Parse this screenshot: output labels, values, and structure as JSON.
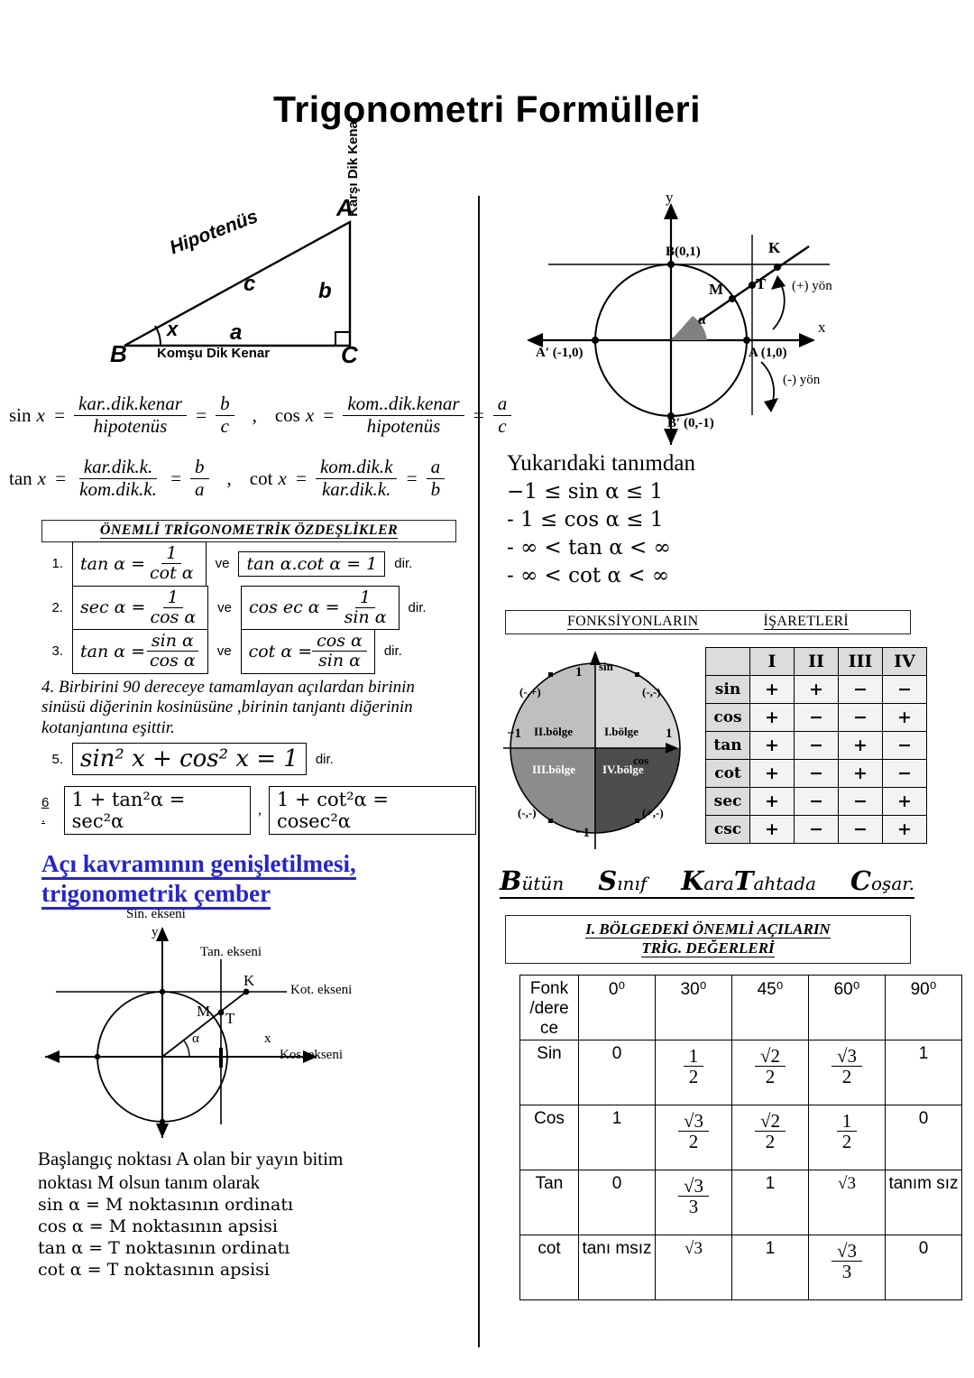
{
  "title": "Trigonometri Formülleri",
  "triangle": {
    "vertex_a": "A",
    "vertex_b": "B",
    "vertex_c": "C",
    "hypotenuse_label": "Hipotenüs",
    "side_c": "c",
    "side_b": "b",
    "side_a": "a",
    "angle": "x",
    "adjacent_label": "Komşu Dik Kenar",
    "opposite_label": "Karşı Dik Kenar"
  },
  "ratios": [
    {
      "fn": "sin",
      "var": "x",
      "num": "kar..dik.kenar",
      "den": "hipotenüs",
      "rnum": "b",
      "rden": "c"
    },
    {
      "fn": "cos",
      "var": "x",
      "num": "kom..dik.kenar",
      "den": "hipotenüs",
      "rnum": "a",
      "rden": "c"
    },
    {
      "fn": "tan",
      "var": "x",
      "num": "kar.dik.k.",
      "den": "kom.dik.k.",
      "rnum": "b",
      "rden": "a"
    },
    {
      "fn": "cot",
      "var": "x",
      "num": "kom.dik.k",
      "den": "kar.dik.k.",
      "rnum": "a",
      "rden": "b"
    }
  ],
  "identities": {
    "title": "ÖNEMLİ TRİGONOMETRİK  ÖZDEŞLİKLER",
    "connector": "ve",
    "suffix": "dir.",
    "rows": [
      {
        "n": "1.",
        "left_fn": "tan α =",
        "left_num": "1",
        "left_den": "cot α",
        "right": "tan α.cot α = 1"
      },
      {
        "n": "2.",
        "left_fn": "sec α =",
        "left_num": "1",
        "left_den": "cos α",
        "right_fn": "cos ec α =",
        "right_num": "1",
        "right_den": "sin α"
      },
      {
        "n": "3.",
        "left_fn": "tan α =",
        "left_num": "sin α",
        "left_den": "cos α",
        "right_fn": "cot α =",
        "right_num": "cos α",
        "right_den": "sin α"
      }
    ],
    "item4": "4.  Birbirini 90 dereceye tamamlayan açılardan birinin sinüsü diğerinin kosinüsüne ,birinin tanjantı diğerinin kotanjantına eşittir.",
    "item5_num": "5.",
    "item5_formula": "sin² x + cos² x = 1",
    "item5_suffix": "dir.",
    "item6_num": "6 .",
    "item6_left": "1 + tan²α = sec²α",
    "item6_right": "1 + cot²α = cosec²α"
  },
  "blue_heading_line1": "Açı kavramının genişletilmesi,",
  "blue_heading_line2": "trigonometrik çember",
  "circle_lower": {
    "sin_axis": "Sin. ekseni",
    "y": "y",
    "x": "x",
    "tan_axis": "Tan. ekseni",
    "cot_axis": "Kot. ekseni",
    "cos_axis": "Kos. ekseni",
    "point_k": "K",
    "point_m": "M",
    "point_t": "T",
    "angle": "α"
  },
  "definition": {
    "line1": "Başlangıç noktası A olan bir yayın bitim",
    "line2": "noktası M olsun tanım olarak",
    "items": [
      "sin α = M noktasının ordinatı",
      "cos α = M noktasının apsisi",
      "tan α = T noktasının ordinatı",
      "cot α = T noktasının apsisi"
    ]
  },
  "unit_circle": {
    "y": "y",
    "x": "x",
    "b_top": "B(0,1)",
    "a_left": "A′ (-1,0)",
    "a_right": "A (1,0)",
    "b_bottom": "B′ (0,-1)",
    "point_m": "M",
    "point_t": "T",
    "point_k": "K",
    "angle": "α",
    "pos_dir": "(+) yön",
    "neg_dir": "(-) yön"
  },
  "from_definition": {
    "heading": "Yukarıdaki tanımdan",
    "lines": [
      "−1 ≤ sin α ≤ 1",
      "- 1 ≤ cos α  ≤ 1",
      "- ∞ < tan α < ∞",
      "- ∞ < cot α < ∞"
    ]
  },
  "signs_title_left": "FONKSİYONLARIN",
  "signs_title_right": "İŞARETLERİ",
  "quadrant_diagram": {
    "sin_label": "sin",
    "cos_label": "cos",
    "one_top": "1",
    "one_right": "1",
    "minus_one_left": "−1",
    "minus_one_bottom": "−1",
    "q1": "I.bölge",
    "q2": "II.bölge",
    "q3": "III.bölge",
    "q4": "IV.bölge",
    "sign_q2": "(-,+)",
    "sign_q1": "(-,-)",
    "sign_q3": "(-,-)",
    "sign_q4": "(+,-)"
  },
  "signs_table": {
    "columns": [
      "I",
      "II",
      "III",
      "IV"
    ],
    "rows": [
      {
        "fn": "sin",
        "signs": [
          "+",
          "+",
          "−",
          "−"
        ]
      },
      {
        "fn": "cos",
        "signs": [
          "+",
          "−",
          "−",
          "+"
        ]
      },
      {
        "fn": "tan",
        "signs": [
          "+",
          "−",
          "+",
          "−"
        ]
      },
      {
        "fn": "cot",
        "signs": [
          "+",
          "−",
          "+",
          "−"
        ]
      },
      {
        "fn": "sec",
        "signs": [
          "+",
          "−",
          "−",
          "+"
        ]
      },
      {
        "fn": "csc",
        "signs": [
          "+",
          "−",
          "−",
          "+"
        ]
      }
    ]
  },
  "mnemonic": [
    {
      "big": "B",
      "rest": "ütün"
    },
    {
      "big": "S",
      "rest": "ınıf"
    },
    {
      "big": "K",
      "rest": "ara"
    },
    {
      "big": "T",
      "rest": "ahtada"
    },
    {
      "big": "C",
      "rest": "oşar."
    }
  ],
  "values_title_line1": "I. BÖLGEDEKİ ÖNEMLİ AÇILARIN",
  "values_title_line2": "TRİG. DEĞERLERİ",
  "values_table": {
    "corner_label": "Fonk /dere ce",
    "angles": [
      "0⁰",
      "30⁰",
      "45⁰",
      "60⁰",
      "90⁰"
    ],
    "rows": [
      {
        "fn": "Sin",
        "cells": [
          {
            "type": "plain",
            "text": "0"
          },
          {
            "type": "frac",
            "num": "1",
            "den": "2"
          },
          {
            "type": "frac",
            "num": "√2",
            "den": "2"
          },
          {
            "type": "frac",
            "num": "√3",
            "den": "2"
          },
          {
            "type": "plain",
            "text": "1"
          }
        ]
      },
      {
        "fn": "Cos",
        "cells": [
          {
            "type": "plain",
            "text": "1"
          },
          {
            "type": "frac",
            "num": "√3",
            "den": "2"
          },
          {
            "type": "frac",
            "num": "√2",
            "den": "2"
          },
          {
            "type": "frac",
            "num": "1",
            "den": "2"
          },
          {
            "type": "plain",
            "text": "0"
          }
        ]
      },
      {
        "fn": "Tan",
        "cells": [
          {
            "type": "plain",
            "text": "0"
          },
          {
            "type": "frac",
            "num": "√3",
            "den": "3"
          },
          {
            "type": "plain",
            "text": "1"
          },
          {
            "type": "plain",
            "text": "√3"
          },
          {
            "type": "wrap",
            "text": "tanım sız"
          }
        ]
      },
      {
        "fn": "cot",
        "cells": [
          {
            "type": "wrap",
            "text": "tanı msız"
          },
          {
            "type": "plain",
            "text": "√3"
          },
          {
            "type": "plain",
            "text": "1"
          },
          {
            "type": "frac",
            "num": "√3",
            "den": "3"
          },
          {
            "type": "plain",
            "text": "0"
          }
        ]
      }
    ]
  }
}
